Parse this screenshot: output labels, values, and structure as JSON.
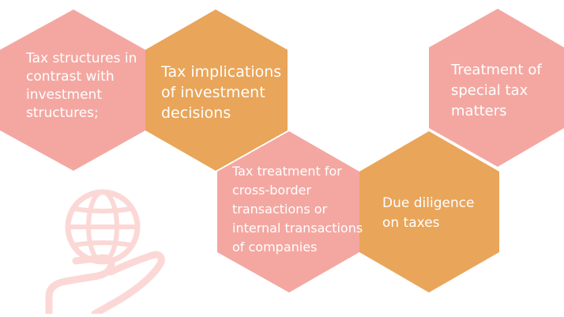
{
  "hexagons": [
    {
      "id": "h1",
      "text": "Tax structures in\ncontrast with\ninvestment\nstructures;",
      "color": "#f4a7a1"
    },
    {
      "id": "h2",
      "text": "Tax implications\nof investment\ndecisions",
      "color": "#e9a559"
    },
    {
      "id": "h3",
      "text": "Treatment of\nspecial tax\nmatters",
      "color": "#f4a7a1"
    },
    {
      "id": "h4",
      "text": "Tax treatment for\ncross-border\ntransactions or\ninternal transactions\nof companies",
      "color": "#f4a7a1"
    },
    {
      "id": "h5",
      "text": "Due diligence\non taxes",
      "color": "#e9a559"
    }
  ],
  "icon": {
    "name": "globe-in-hand-icon",
    "color": "#fbd8d6"
  }
}
